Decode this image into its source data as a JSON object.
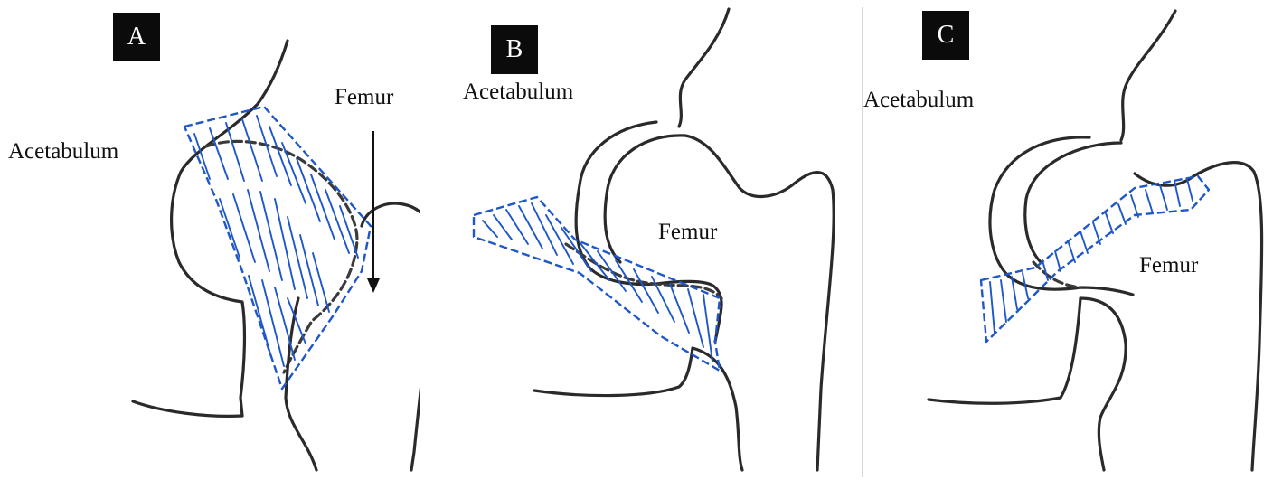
{
  "panels": [
    {
      "tag": "A",
      "labels": {
        "acetabulum": "Acetabulum",
        "femur": "Femur"
      }
    },
    {
      "tag": "B",
      "labels": {
        "acetabulum": "Acetabulum",
        "femur": "Femur"
      }
    },
    {
      "tag": "C",
      "labels": {
        "acetabulum": "Acetabulum",
        "femur": "Femur"
      }
    }
  ],
  "colors": {
    "outline": "#2a2a2a",
    "hatch": "#1e57c8",
    "tag_background": "#0b0b0b"
  }
}
